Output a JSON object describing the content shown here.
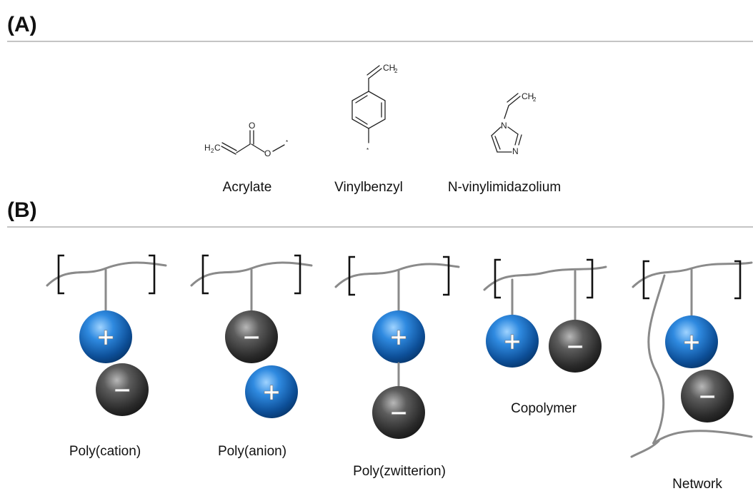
{
  "panel_a": {
    "label": "(A)",
    "structures": [
      {
        "caption": "Acrylate",
        "atoms": {
          "ch2": "H",
          "ch2_sub": "2",
          "ch2_c": "C",
          "carbonyl_o": "O",
          "ester_o": "O",
          "attach": "*"
        }
      },
      {
        "caption": "Vinylbenzyl",
        "atoms": {
          "ch2": "CH",
          "ch2_sub": "2",
          "attach": "*"
        }
      },
      {
        "caption": "N-vinylimidazolium",
        "atoms": {
          "ch2": "CH",
          "ch2_sub": "2",
          "n1": "N",
          "n3": "N"
        }
      }
    ]
  },
  "panel_b": {
    "label": "(B)",
    "architectures": [
      {
        "caption": "Poly(cation)"
      },
      {
        "caption": "Poly(anion)"
      },
      {
        "caption": "Poly(zwitterion)"
      },
      {
        "caption": "Copolymer"
      },
      {
        "caption": "Network"
      }
    ],
    "ion_signs": {
      "positive": "+",
      "negative": "−"
    }
  },
  "colors": {
    "cation": "#1e6fc4",
    "anion": "#4a4a4a",
    "chain": "#8a8a8a",
    "rule": "#888888"
  }
}
